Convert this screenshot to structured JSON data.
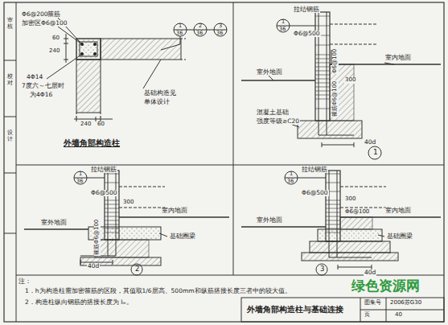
{
  "diagram": {
    "title": "外墙角部构造柱与基础连接",
    "labels": [
      "Φ6@200箍筋",
      "加密区Φ6@100",
      "4Φ14",
      "7度六～七层时",
      "为4Φ16",
      "60",
      "240",
      "240",
      "60",
      "1",
      "36",
      "2",
      "36",
      "3",
      "36",
      "基础构造见",
      "单体设计",
      "外墙角部构造柱",
      "1",
      "36",
      "拉结钢筋",
      "Φ6@500",
      "300",
      "Φ6@100",
      "室内地面",
      "室外地面",
      "箍筋Φ6@100",
      "混凝土基础",
      "强度等级≥C20",
      "40d",
      "1",
      "1",
      "36",
      "拉结钢筋",
      "Φ6@500",
      "300",
      "室内地面",
      "室外地面",
      "箍筋Φ6@100",
      "基础圈梁",
      "40d",
      "2",
      "1",
      "36",
      "拉结钢筋",
      "Φ6@500",
      "300",
      "Φ6@100",
      "室内地面",
      "室外地面",
      "基础圈梁",
      "40d",
      "3",
      "注：",
      "1．h为构造柱需加密箍筋的区段，其值取1/6层高、500mm和纵筋搭接长度三者中的较大值。",
      "2．构造柱纵向钢筋的搭接长度为 lₗₑ。",
      "图集号",
      "2006苏G30",
      "页",
      "40",
      "审核",
      "校对",
      "设计",
      "绿色资源网"
    ]
  }
}
